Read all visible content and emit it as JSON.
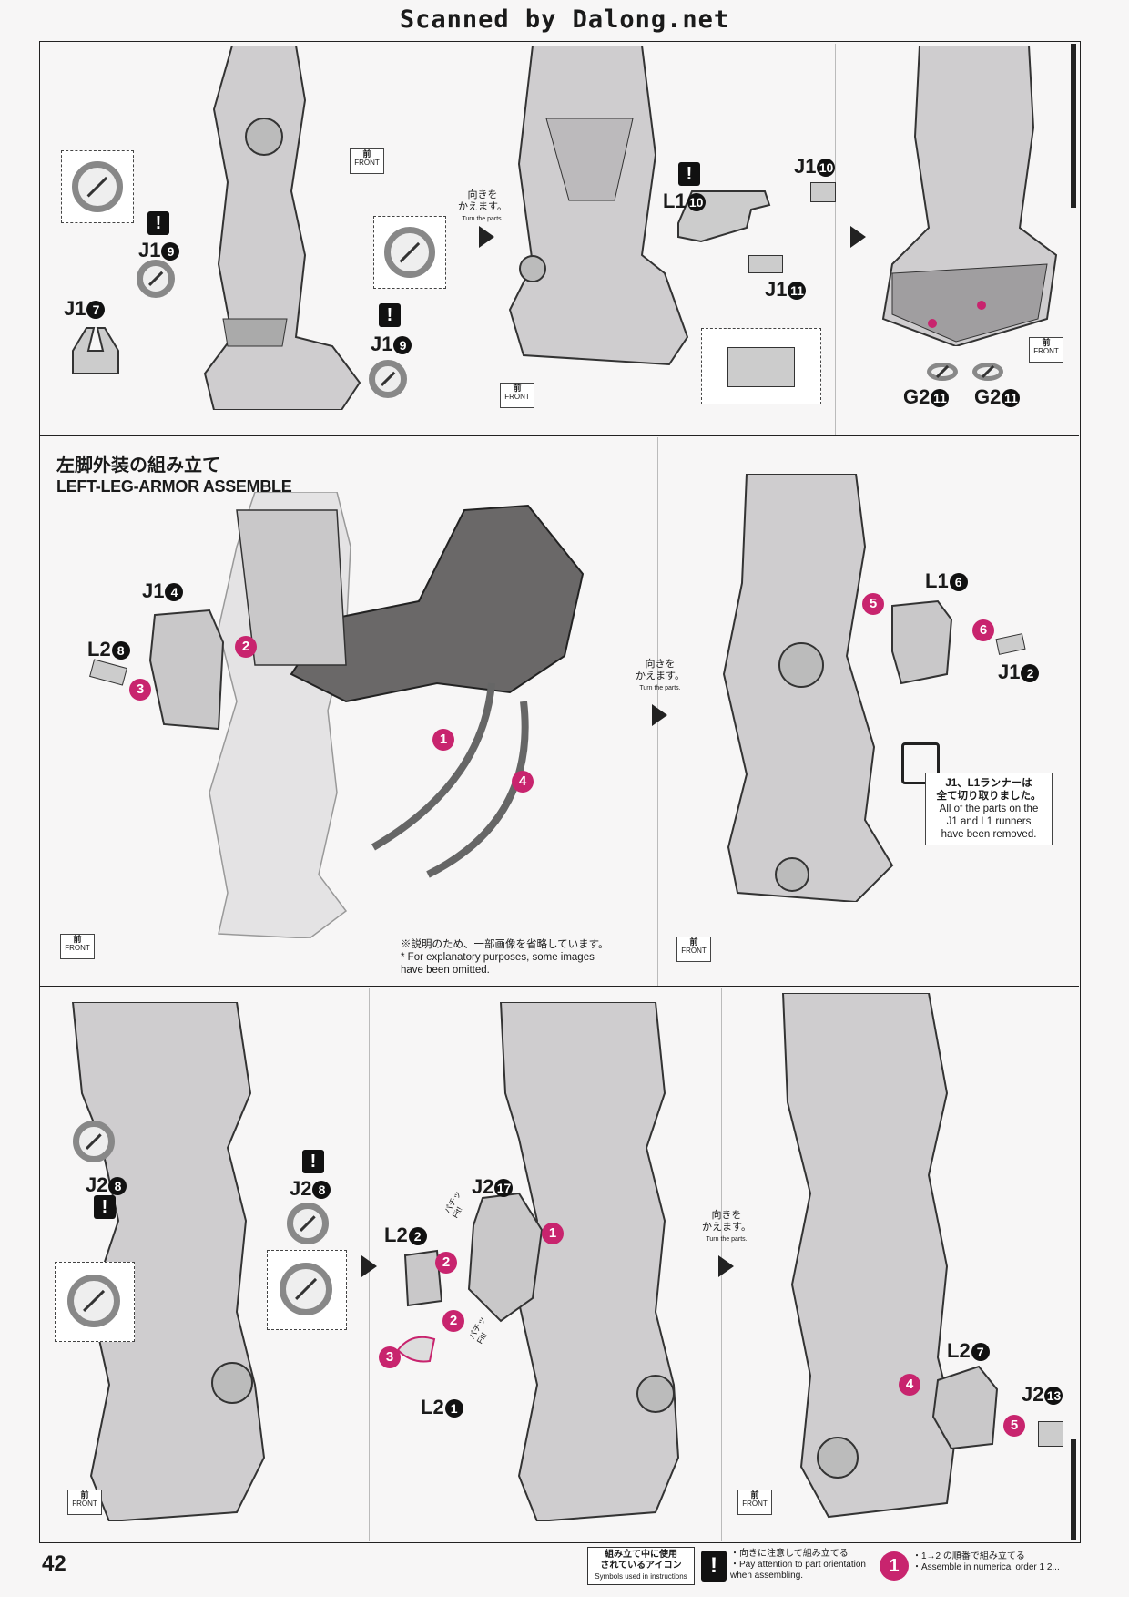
{
  "header": {
    "scanned_by": "Scanned by Dalong.net"
  },
  "common": {
    "turn_jp": "向きを\nかえます。",
    "turn_en": "Turn the parts.",
    "front_jp": "前",
    "front_en": "FRONT"
  },
  "section2": {
    "title_jp": "左脚外装の組み立て",
    "title_en": "LEFT-LEG-ARMOR ASSEMBLE",
    "runner_note_jp": "J1、L1ランナーは\n全て切り取りました。",
    "runner_note_en": "All of the parts on the\nJ1 and L1 runners\nhave been removed.",
    "omit_note_jp": "※説明のため、一部画像を省略しています。",
    "omit_note_en": "* For explanatory purposes, some images\nhave been omitted."
  },
  "parts": {
    "j1_9a": "J1",
    "j1_9a_n": "9",
    "j1_7": "J1",
    "j1_7_n": "7",
    "j1_9b": "J1",
    "j1_9b_n": "9",
    "l1_10": "L1",
    "l1_10_n": "10",
    "j1_10": "J1",
    "j1_10_n": "10",
    "j1_11": "J1",
    "j1_11_n": "11",
    "g2_11a": "G2",
    "g2_11a_n": "11",
    "g2_11b": "G2",
    "g2_11b_n": "11",
    "j1_4": "J1",
    "j1_4_n": "4",
    "l2_8": "L2",
    "l2_8_n": "8",
    "l1_6": "L1",
    "l1_6_n": "6",
    "j1_2": "J1",
    "j1_2_n": "2",
    "j2_8a": "J2",
    "j2_8a_n": "8",
    "j2_8b": "J2",
    "j2_8b_n": "8",
    "j2_17": "J2",
    "j2_17_n": "17",
    "l2_2": "L2",
    "l2_2_n": "2",
    "l2_1": "L2",
    "l2_1_n": "1",
    "l2_7": "L2",
    "l2_7_n": "7",
    "j2_13": "J2",
    "j2_13_n": "13"
  },
  "steps": {
    "s1": "1",
    "s2": "2",
    "s3": "3",
    "s4": "4",
    "s5": "5",
    "s6": "6"
  },
  "fit_label": "パチッ\nFit!",
  "footer": {
    "page_number": "42",
    "icons_title_jp": "組み立て中に使用\nされているアイコン",
    "icons_title_en": "Symbols used in instructions",
    "warn_symbol": "!",
    "warn_jp": "・向きに注意して組み立てる",
    "warn_en": "・Pay attention to part orientation\nwhen assembling.",
    "order_symbol": "1",
    "order_jp": "・1→2 の順番で組み立てる",
    "order_en": "・Assemble in numerical order 1 2..."
  },
  "colors": {
    "accent": "#c8246e",
    "ink": "#1a1a1a",
    "part_fill": "#c9c8c9"
  }
}
